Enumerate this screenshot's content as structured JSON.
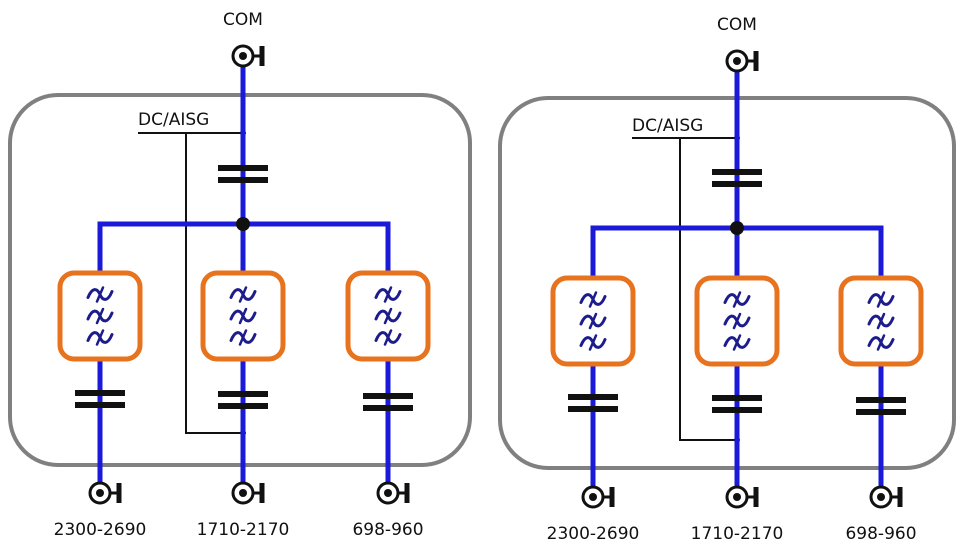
{
  "colors": {
    "signal": "#1a1ad8",
    "filter_border": "#e8731e",
    "filter_glyph": "#1c1c8c",
    "enclosure": "#808080",
    "wire": "#111111"
  },
  "icons": [
    "bandpass-filter-icon",
    "capacitor-icon",
    "coax-connector-icon",
    "junction-dot-icon"
  ],
  "units": [
    {
      "com_label": "COM",
      "dc_label": "DC/AISG",
      "ports": [
        {
          "band": "2300-2690"
        },
        {
          "band": "1710-2170"
        },
        {
          "band": "698-960"
        }
      ]
    },
    {
      "com_label": "COM",
      "dc_label": "DC/AISG",
      "ports": [
        {
          "band": "2300-2690"
        },
        {
          "band": "1710-2170"
        },
        {
          "band": "698-960"
        }
      ]
    }
  ]
}
